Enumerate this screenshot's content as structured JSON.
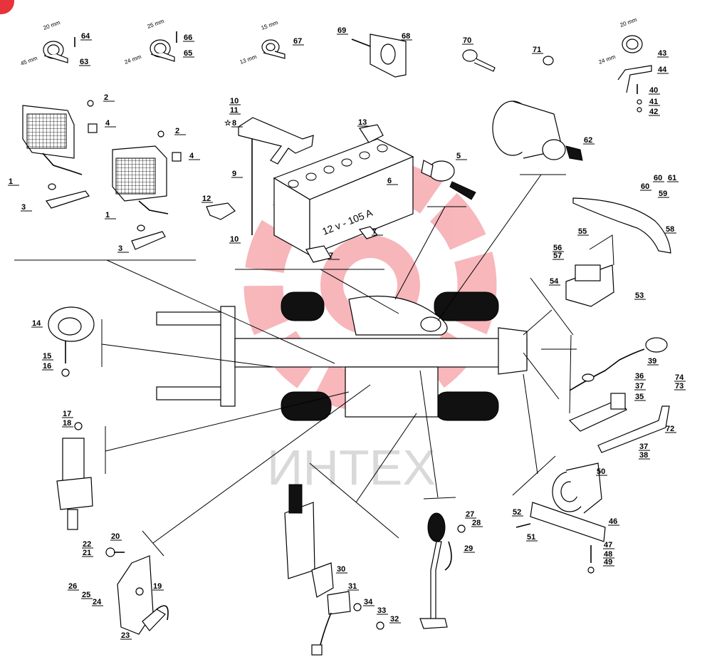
{
  "watermark": {
    "text": "ИНТЕХ",
    "logo_color": "#e8323c"
  },
  "callouts": {
    "c1": "1",
    "c1b": "1",
    "c2": "2",
    "c2b": "2",
    "c3": "3",
    "c3b": "3",
    "c4": "4",
    "c4b": "4",
    "c5": "5",
    "c6": "6",
    "c7": "7",
    "c7b": "7",
    "c8": "8",
    "c9": "9",
    "c10": "10",
    "c10b": "10",
    "c11": "11",
    "c12": "12",
    "c13": "13",
    "c14": "14",
    "c15": "15",
    "c16": "16",
    "c17": "17",
    "c18": "18",
    "c19": "19",
    "c20": "20",
    "c21": "21",
    "c22": "22",
    "c23": "23",
    "c24": "24",
    "c25": "25",
    "c26": "26",
    "c27": "27",
    "c28": "28",
    "c29": "29",
    "c30": "30",
    "c31": "31",
    "c32": "32",
    "c33": "33",
    "c34": "34",
    "c35": "35",
    "c36": "36",
    "c37": "37",
    "c37b": "37",
    "c38": "38",
    "c39": "39",
    "c40": "40",
    "c41": "41",
    "c42": "42",
    "c43": "43",
    "c44": "44",
    "c46": "46",
    "c47": "47",
    "c48": "48",
    "c49": "49",
    "c50": "50",
    "c51": "51",
    "c52": "52",
    "c53": "53",
    "c54": "54",
    "c55": "55",
    "c56": "56",
    "c57": "57",
    "c58": "58",
    "c59": "59",
    "c60": "60",
    "c60b": "60",
    "c61": "61",
    "c62": "62",
    "c63": "63",
    "c64": "64",
    "c65": "65",
    "c66": "66",
    "c67": "67",
    "c68": "68",
    "c69": "69",
    "c70": "70",
    "c71": "71",
    "c72": "72",
    "c73": "73",
    "c74": "74"
  },
  "dimensions": {
    "d20a": "20 mm",
    "d45": "45 mm",
    "d25": "25 mm",
    "d24a": "24 mm",
    "d15": "15 mm",
    "d13": "13 mm",
    "d20b": "20 mm",
    "d24b": "24 mm"
  },
  "battery_label": "12 v - 105 A",
  "star_symbol": "☆"
}
